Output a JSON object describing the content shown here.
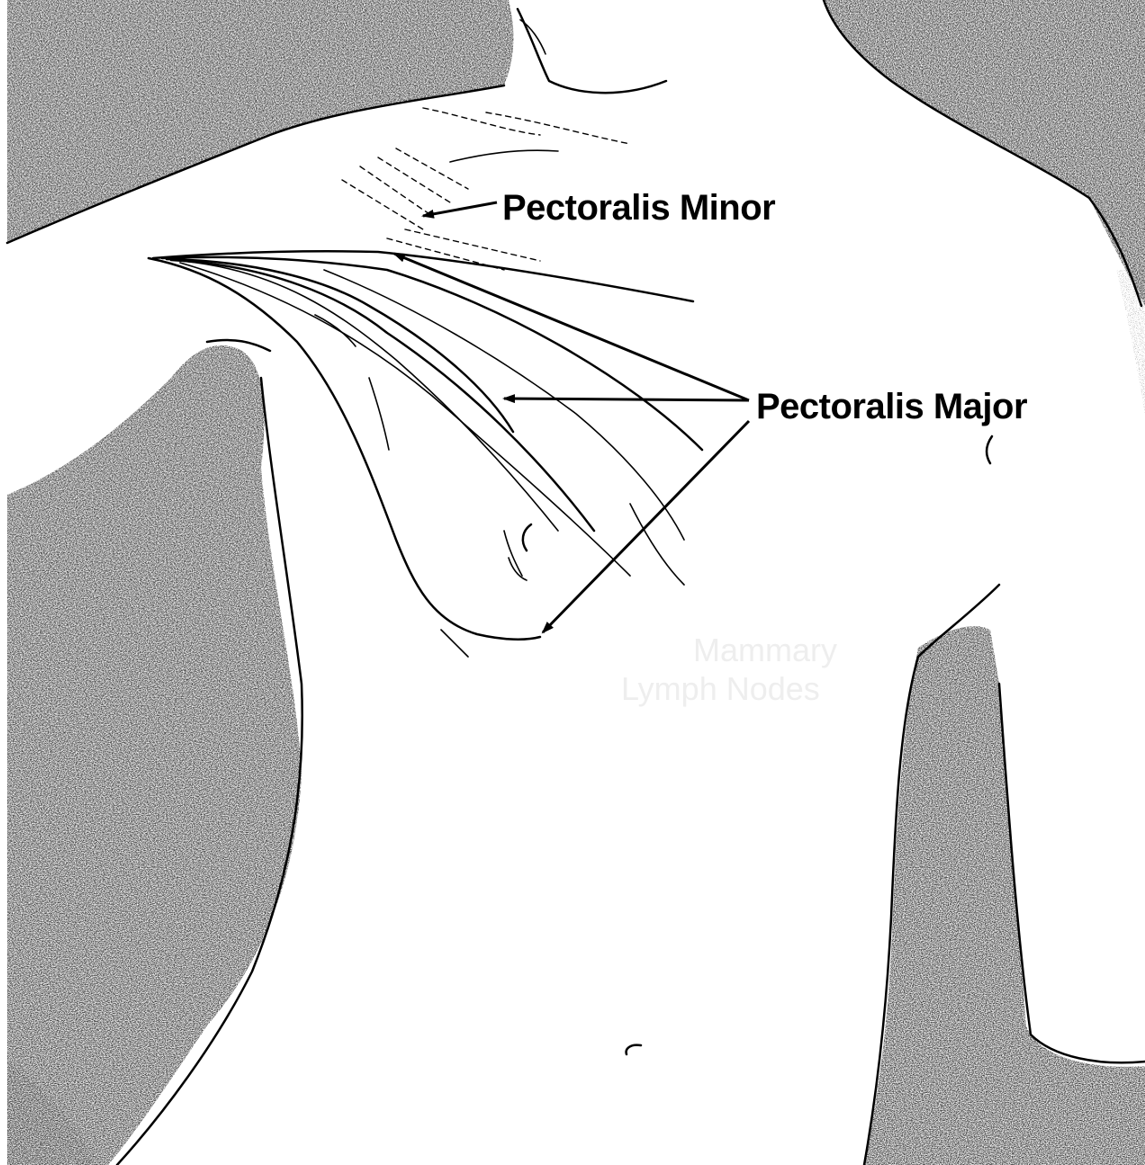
{
  "labels": {
    "pectoralis_minor": "Pectoralis Minor",
    "pectoralis_major": "Pectoralis Major",
    "faint_line_1": "Mammary",
    "faint_line_2": "Lymph Nodes"
  },
  "colors": {
    "background": "#ffffff",
    "shading": "#2b2b2b",
    "ink": "#000000",
    "faint_text": "#eeeeee"
  }
}
